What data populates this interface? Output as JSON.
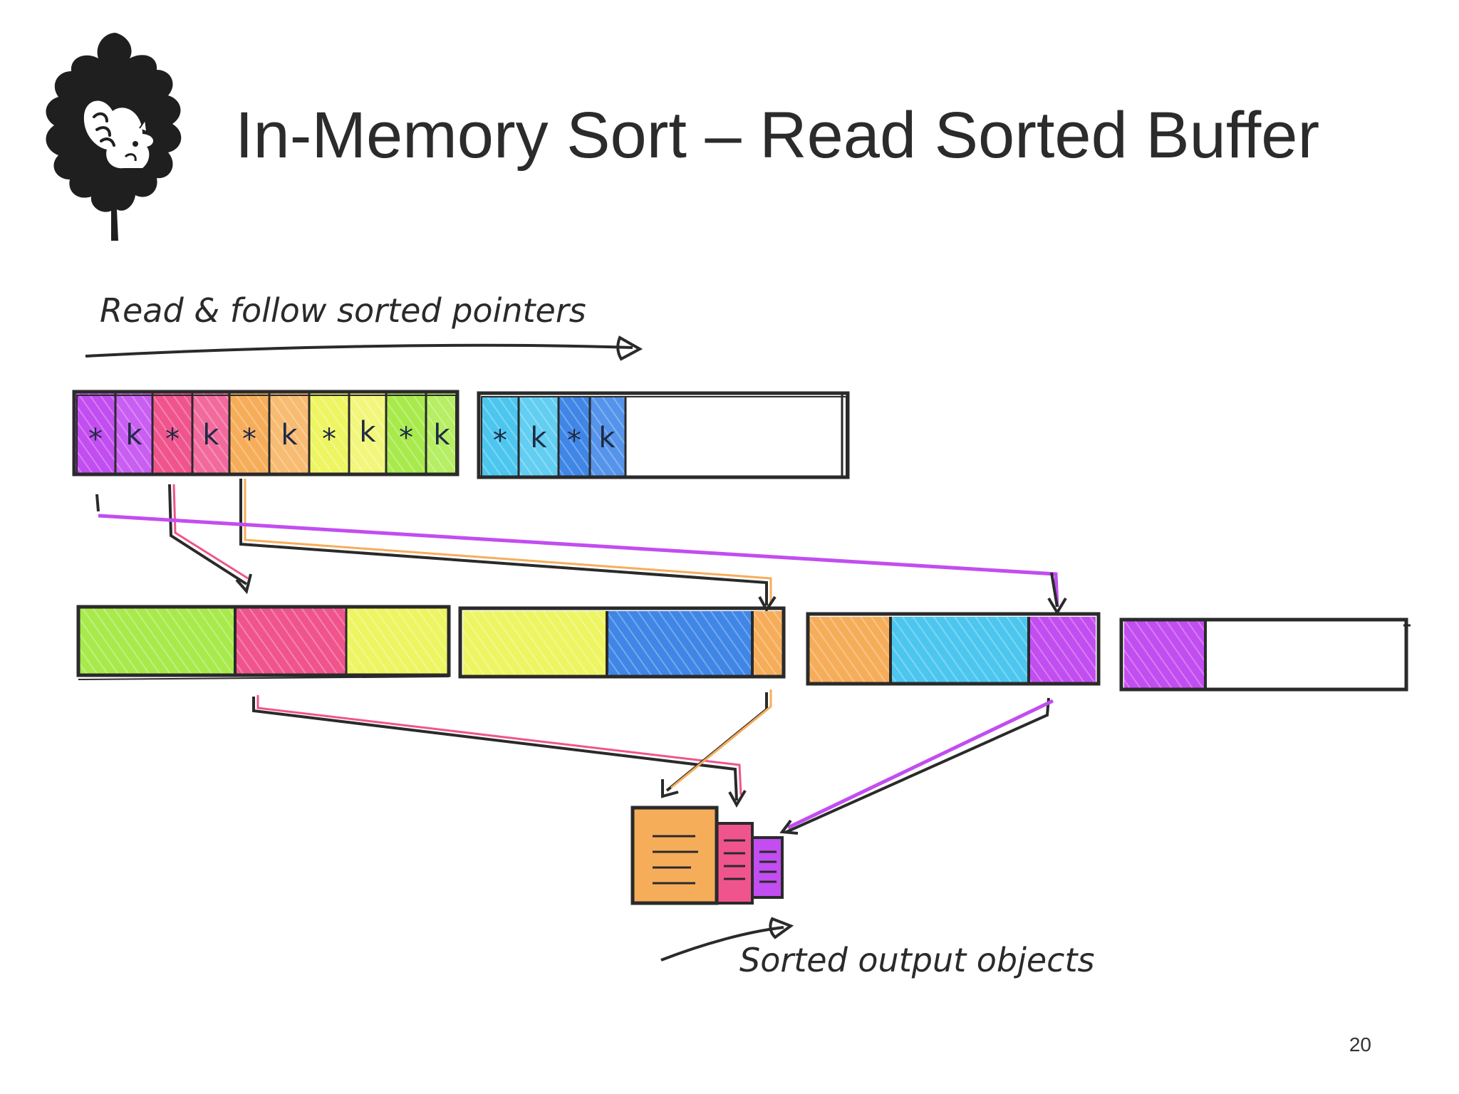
{
  "slide": {
    "title": "In-Memory Sort – Read Sorted Buffer",
    "page_number": "20"
  },
  "diagram": {
    "label_top": "Read & follow sorted pointers",
    "label_bottom": "Sorted output objects",
    "pointer_cells": [
      {
        "glyph": "*",
        "color": "#c24df0"
      },
      {
        "glyph": "k",
        "color": "#c24df0"
      },
      {
        "glyph": "*",
        "color": "#f0548d"
      },
      {
        "glyph": "k",
        "color": "#f0548d"
      },
      {
        "glyph": "*",
        "color": "#f6ad5a"
      },
      {
        "glyph": "k",
        "color": "#f6ad5a"
      },
      {
        "glyph": "*",
        "color": "#eef562"
      },
      {
        "glyph": "k",
        "color": "#eef562"
      },
      {
        "glyph": "*",
        "color": "#a8ea4c"
      },
      {
        "glyph": "k",
        "color": "#a8ea4c"
      },
      {
        "glyph": "*",
        "color": "#4cc6ee"
      },
      {
        "glyph": "k",
        "color": "#4cc6ee"
      },
      {
        "glyph": "*",
        "color": "#3f86e6"
      },
      {
        "glyph": "k",
        "color": "#3f86e6"
      }
    ],
    "colors": {
      "purple": "#c24df0",
      "pink": "#f0548d",
      "orange": "#f6ad5a",
      "yellow": "#eef562",
      "green": "#a8ea4c",
      "cyan": "#4cc6ee",
      "blue": "#3f86e6",
      "ink": "#2a2a2a"
    }
  }
}
